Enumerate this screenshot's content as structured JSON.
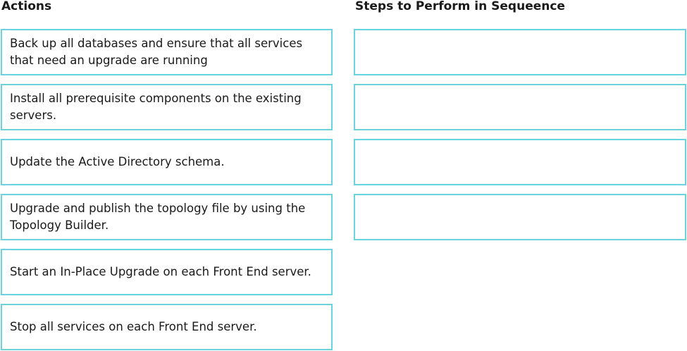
{
  "headings": {
    "actions": "Actions",
    "steps": "Steps to Perform in Sequeence"
  },
  "actions": [
    "Back up all databases and ensure that all services that need an upgrade are running",
    "Install all prerequisite components on the existing servers.",
    "Update the Active Directory schema.",
    "Upgrade and publish the topology file by using the Topology Builder.",
    "Start an In-Place Upgrade on each Front End server.",
    "Stop all services on each Front End server."
  ],
  "steps_slots": [
    "",
    "",
    "",
    ""
  ],
  "colors": {
    "box_border": "#6ad3de",
    "text": "#1a1a1a"
  }
}
